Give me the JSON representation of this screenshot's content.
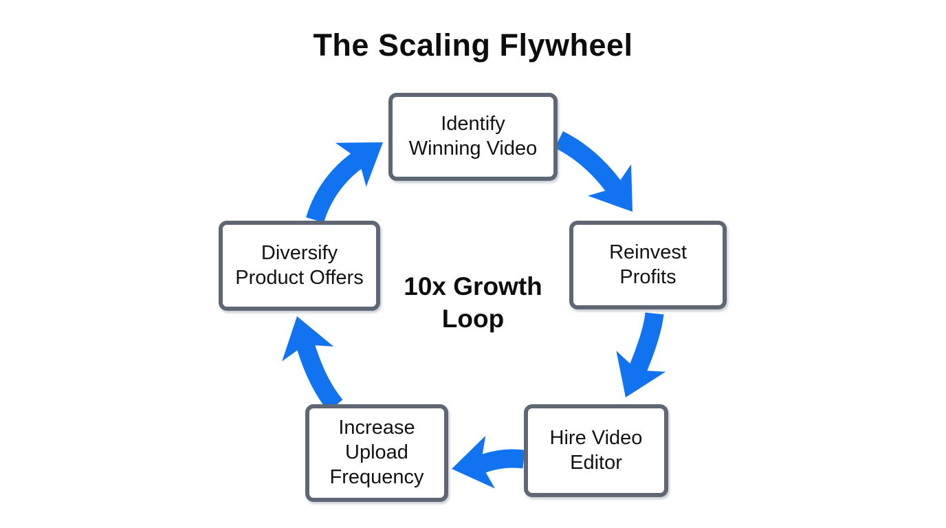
{
  "title": "The Scaling Flywheel",
  "center_label": "10x Growth\nLoop",
  "nodes": [
    {
      "id": "identify-winning-video",
      "label": "Identify\nWinning Video"
    },
    {
      "id": "reinvest-profits",
      "label": "Reinvest\nProfits"
    },
    {
      "id": "hire-video-editor",
      "label": "Hire Video\nEditor"
    },
    {
      "id": "increase-upload-frequency",
      "label": "Increase\nUpload\nFrequency"
    },
    {
      "id": "diversify-product-offers",
      "label": "Diversify\nProduct Offers"
    }
  ],
  "arrows": [
    {
      "from": "Identify Winning Video",
      "to": "Reinvest Profits"
    },
    {
      "from": "Reinvest Profits",
      "to": "Hire Video Editor"
    },
    {
      "from": "Hire Video Editor",
      "to": "Increase Upload Frequency"
    },
    {
      "from": "Increase Upload Frequency",
      "to": "Diversify Product Offers"
    },
    {
      "from": "Diversify Product Offers",
      "to": "Identify Winning Video"
    }
  ],
  "colors": {
    "arrow": "#1173f0",
    "box_border": "#5f6774",
    "text": "#0d0d0d",
    "background": "#ffffff"
  }
}
